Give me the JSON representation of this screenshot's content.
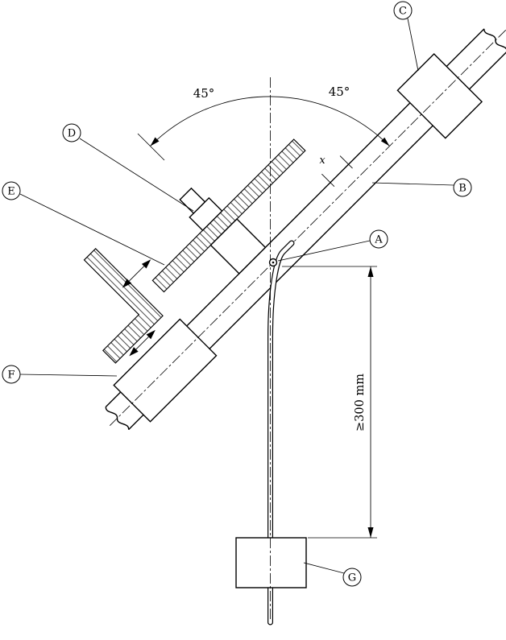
{
  "figure": {
    "callouts": {
      "A": "A",
      "B": "B",
      "C": "C",
      "D": "D",
      "E": "E",
      "F": "F",
      "G": "G"
    },
    "angle_left": "45°",
    "angle_right": "45°",
    "dimension": "≥300 mm",
    "length_mark": "x",
    "line_color": "#000000",
    "background": "#ffffff"
  }
}
